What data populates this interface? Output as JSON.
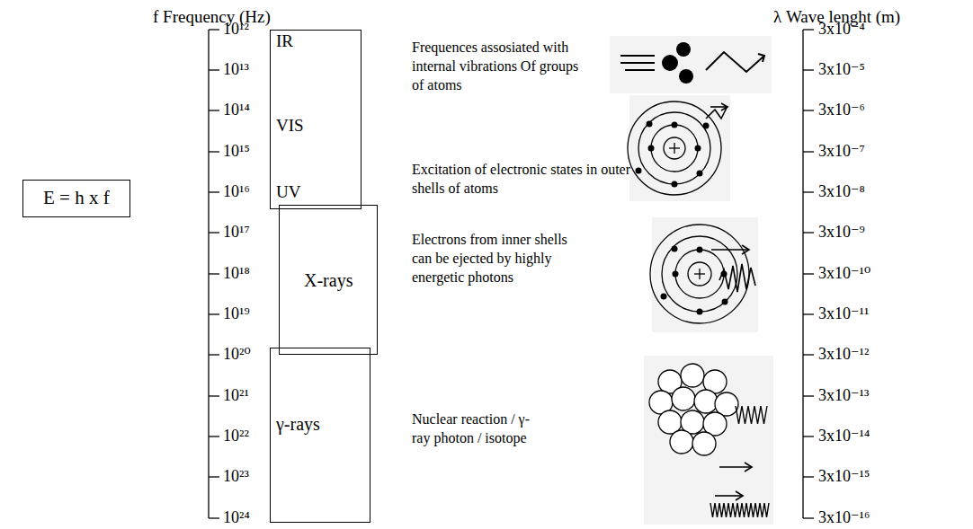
{
  "diagram": {
    "nodes": [
      {
        "text": [
          "E = h x f"
        ]
      },
      {
        "text": [
          "IR",
          "VIS",
          "UV"
        ]
      },
      {
        "text": [
          "X-rays"
        ]
      },
      {
        "text": [
          "γ-rays"
        ]
      }
    ],
    "labels": [
      "f Frequency (Hz)",
      "10¹²",
      "10¹³",
      "10¹⁴",
      "10¹⁵",
      "10¹⁶",
      "10¹⁷",
      "10¹⁸",
      "10¹⁹",
      "10²⁰",
      "10²¹",
      "10²²",
      "10²³",
      "10²⁴",
      "Frequences assosiated with internal vibrations Of groups of atoms",
      "Excitation of electronic states in outer shells of atoms",
      "Electrons from inner shells can be ejected by highly energetic photons",
      "Nuclear reaction / γ-ray photon / isotope",
      "λ Wave lenght (m)",
      "3x10⁻⁴",
      "3x10⁻⁵",
      "3x10⁻⁶",
      "3x10⁻⁷",
      "3x10⁻⁸",
      "3x10⁻⁹",
      "3x10⁻¹⁰",
      "3x10⁻¹¹",
      "3x10⁻¹²",
      "3x10⁻¹³",
      "3x10⁻¹⁴",
      "3x10⁻¹⁵",
      "3x10⁻¹⁶"
    ]
  }
}
